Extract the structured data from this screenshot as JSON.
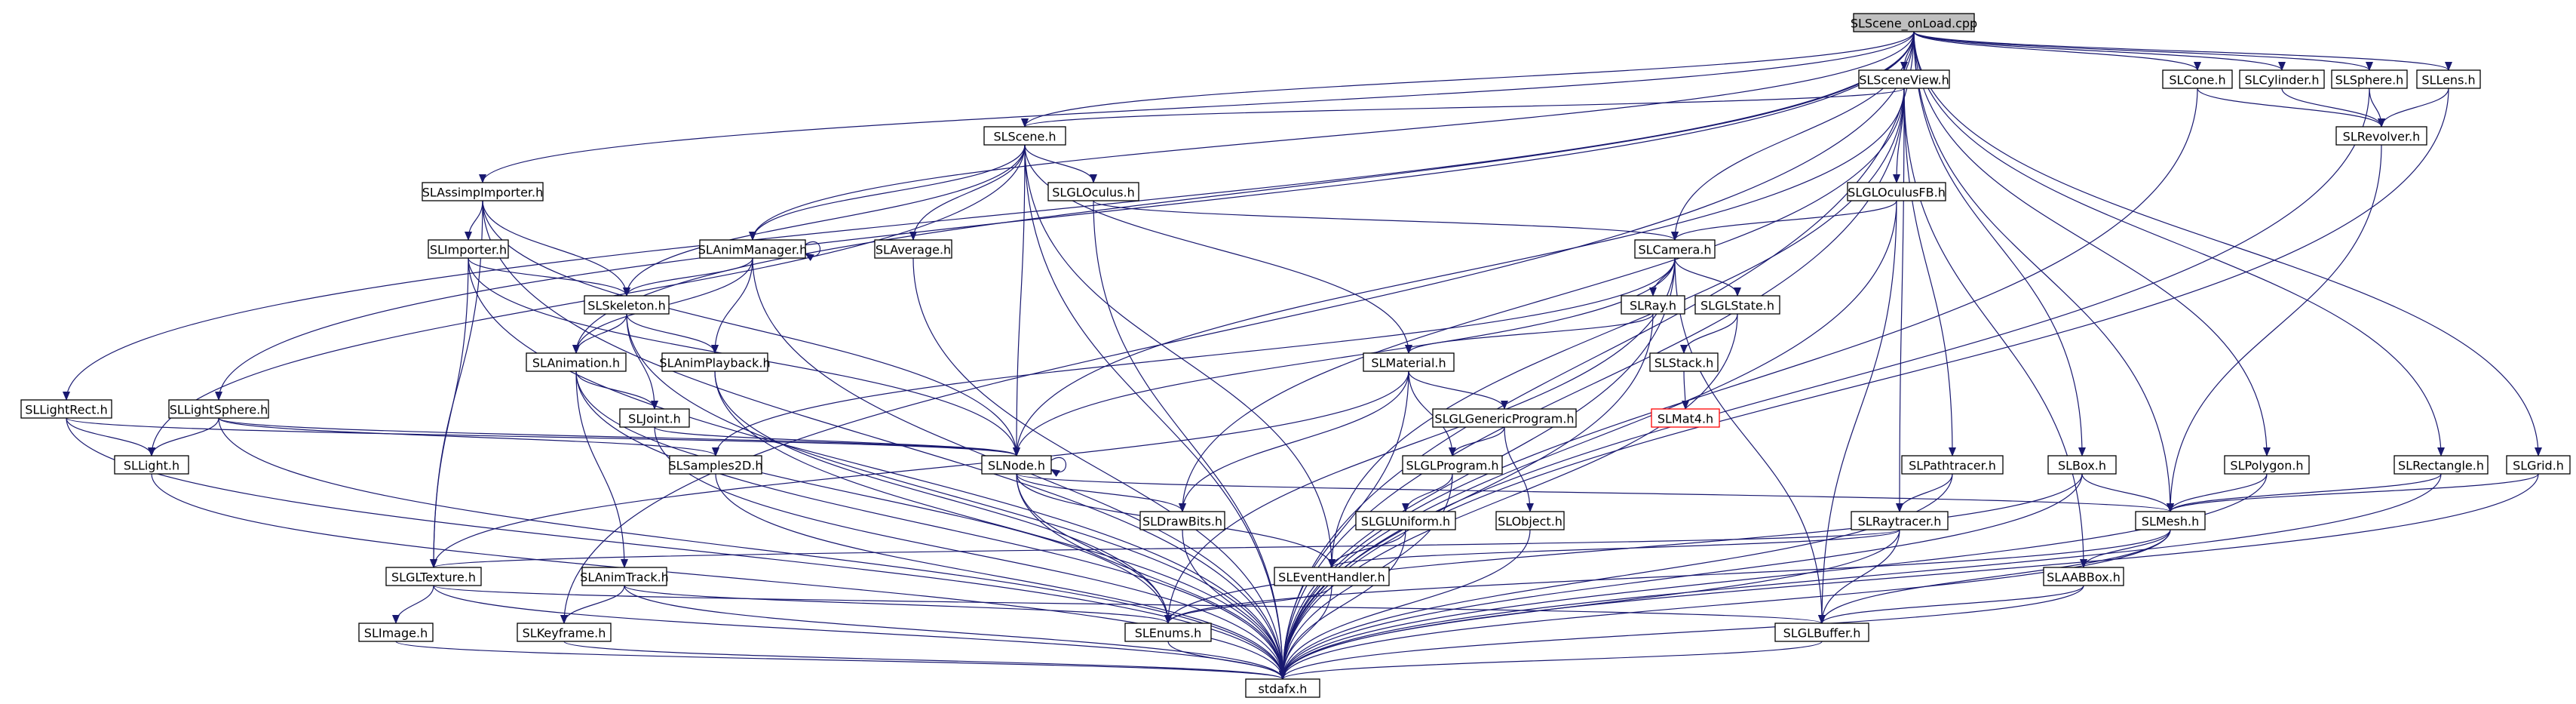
{
  "diagram": {
    "root": "SLScene_onLoad.cpp",
    "edge_color": "#191970",
    "missing_node_color": "#ff0000",
    "root_fill": "#bfbfbf",
    "nodes": [
      {
        "id": "root",
        "label": "SLScene_onLoad.cpp"
      },
      {
        "id": "sceneview",
        "label": "SLSceneView.h"
      },
      {
        "id": "cone",
        "label": "SLCone.h"
      },
      {
        "id": "cylinder",
        "label": "SLCylinder.h"
      },
      {
        "id": "sphere",
        "label": "SLSphere.h"
      },
      {
        "id": "lens",
        "label": "SLLens.h"
      },
      {
        "id": "scene",
        "label": "SLScene.h"
      },
      {
        "id": "revolver",
        "label": "SLRevolver.h"
      },
      {
        "id": "assimp",
        "label": "SLAssimpImporter.h"
      },
      {
        "id": "gloculus",
        "label": "SLGLOculus.h"
      },
      {
        "id": "gloculusfb",
        "label": "SLGLOculusFB.h"
      },
      {
        "id": "importer",
        "label": "SLImporter.h"
      },
      {
        "id": "animmanager",
        "label": "SLAnimManager.h"
      },
      {
        "id": "average",
        "label": "SLAverage.h"
      },
      {
        "id": "camera",
        "label": "SLCamera.h"
      },
      {
        "id": "skeleton",
        "label": "SLSkeleton.h"
      },
      {
        "id": "ray",
        "label": "SLRay.h"
      },
      {
        "id": "glstate",
        "label": "SLGLState.h"
      },
      {
        "id": "animation",
        "label": "SLAnimation.h"
      },
      {
        "id": "animplayback",
        "label": "SLAnimPlayback.h"
      },
      {
        "id": "material",
        "label": "SLMaterial.h"
      },
      {
        "id": "stack",
        "label": "SLStack.h"
      },
      {
        "id": "lightrect",
        "label": "SLLightRect.h"
      },
      {
        "id": "lightsphere",
        "label": "SLLightSphere.h"
      },
      {
        "id": "joint",
        "label": "SLJoint.h"
      },
      {
        "id": "glgenericprogram",
        "label": "SLGLGenericProgram.h"
      },
      {
        "id": "mat4",
        "label": "SLMat4.h"
      },
      {
        "id": "light",
        "label": "SLLight.h"
      },
      {
        "id": "samples2d",
        "label": "SLSamples2D.h"
      },
      {
        "id": "node",
        "label": "SLNode.h"
      },
      {
        "id": "glprogram",
        "label": "SLGLProgram.h"
      },
      {
        "id": "pathtracer",
        "label": "SLPathtracer.h"
      },
      {
        "id": "box",
        "label": "SLBox.h"
      },
      {
        "id": "polygon",
        "label": "SLPolygon.h"
      },
      {
        "id": "rectangle",
        "label": "SLRectangle.h"
      },
      {
        "id": "grid",
        "label": "SLGrid.h"
      },
      {
        "id": "gluniform",
        "label": "SLGLUniform.h"
      },
      {
        "id": "object",
        "label": "SLObject.h"
      },
      {
        "id": "drawbits",
        "label": "SLDrawBits.h"
      },
      {
        "id": "raytracer",
        "label": "SLRaytracer.h"
      },
      {
        "id": "mesh",
        "label": "SLMesh.h"
      },
      {
        "id": "gltexture",
        "label": "SLGLTexture.h"
      },
      {
        "id": "animtrack",
        "label": "SLAnimTrack.h"
      },
      {
        "id": "eventhandler",
        "label": "SLEventHandler.h"
      },
      {
        "id": "aabbox",
        "label": "SLAABBox.h"
      },
      {
        "id": "image",
        "label": "SLImage.h"
      },
      {
        "id": "keyframe",
        "label": "SLKeyframe.h"
      },
      {
        "id": "enums",
        "label": "SLEnums.h"
      },
      {
        "id": "glbuffer",
        "label": "SLGLBuffer.h"
      },
      {
        "id": "stdafx",
        "label": "stdafx.h"
      }
    ],
    "edges": [
      [
        "root",
        "stdafx"
      ],
      [
        "root",
        "lightrect"
      ],
      [
        "root",
        "lightsphere"
      ],
      [
        "root",
        "keyframe"
      ],
      [
        "root",
        "assimp"
      ],
      [
        "root",
        "animmanager"
      ],
      [
        "root",
        "animation"
      ],
      [
        "root",
        "scene"
      ],
      [
        "root",
        "sceneview"
      ],
      [
        "root",
        "camera"
      ],
      [
        "root",
        "cone"
      ],
      [
        "root",
        "cylinder"
      ],
      [
        "root",
        "sphere"
      ],
      [
        "root",
        "lens"
      ],
      [
        "root",
        "box"
      ],
      [
        "root",
        "polygon"
      ],
      [
        "root",
        "rectangle"
      ],
      [
        "root",
        "grid"
      ],
      [
        "root",
        "mesh"
      ],
      [
        "cone",
        "revolver"
      ],
      [
        "cone",
        "stdafx"
      ],
      [
        "cylinder",
        "revolver"
      ],
      [
        "sphere",
        "revolver"
      ],
      [
        "sphere",
        "stdafx"
      ],
      [
        "lens",
        "revolver"
      ],
      [
        "lens",
        "stdafx"
      ],
      [
        "revolver",
        "mesh"
      ],
      [
        "sceneview",
        "scene"
      ],
      [
        "sceneview",
        "gloculusfb"
      ],
      [
        "sceneview",
        "node"
      ],
      [
        "sceneview",
        "drawbits"
      ],
      [
        "sceneview",
        "eventhandler"
      ],
      [
        "sceneview",
        "raytracer"
      ],
      [
        "sceneview",
        "pathtracer"
      ],
      [
        "sceneview",
        "aabbox"
      ],
      [
        "sceneview",
        "stdafx"
      ],
      [
        "scene",
        "light"
      ],
      [
        "scene",
        "skeleton"
      ],
      [
        "scene",
        "animmanager"
      ],
      [
        "scene",
        "average"
      ],
      [
        "scene",
        "gloculus"
      ],
      [
        "scene",
        "material"
      ],
      [
        "scene",
        "node"
      ],
      [
        "scene",
        "eventhandler"
      ],
      [
        "scene",
        "stdafx"
      ],
      [
        "assimp",
        "importer"
      ],
      [
        "assimp",
        "skeleton"
      ],
      [
        "assimp",
        "node"
      ],
      [
        "assimp",
        "gltexture"
      ],
      [
        "assimp",
        "stdafx"
      ],
      [
        "gloculus",
        "camera"
      ],
      [
        "gloculus",
        "stdafx"
      ],
      [
        "gloculusfb",
        "camera"
      ],
      [
        "gloculusfb",
        "glbuffer"
      ],
      [
        "gloculusfb",
        "stdafx"
      ],
      [
        "importer",
        "skeleton"
      ],
      [
        "importer",
        "node"
      ],
      [
        "importer",
        "gltexture"
      ],
      [
        "importer",
        "stdafx"
      ],
      [
        "animmanager",
        "animmanager"
      ],
      [
        "animmanager",
        "skeleton"
      ],
      [
        "animmanager",
        "animation"
      ],
      [
        "animmanager",
        "animplayback"
      ],
      [
        "animmanager",
        "stdafx"
      ],
      [
        "average",
        "stdafx"
      ],
      [
        "camera",
        "ray"
      ],
      [
        "camera",
        "glstate"
      ],
      [
        "camera",
        "samples2d"
      ],
      [
        "camera",
        "node"
      ],
      [
        "camera",
        "enums"
      ],
      [
        "camera",
        "glbuffer"
      ],
      [
        "camera",
        "stdafx"
      ],
      [
        "skeleton",
        "animation"
      ],
      [
        "skeleton",
        "joint"
      ],
      [
        "skeleton",
        "animplayback"
      ],
      [
        "skeleton",
        "stdafx"
      ],
      [
        "ray",
        "material"
      ],
      [
        "ray",
        "stdafx"
      ],
      [
        "glstate",
        "stack"
      ],
      [
        "glstate",
        "stdafx"
      ],
      [
        "stack",
        "mat4"
      ],
      [
        "animation",
        "joint"
      ],
      [
        "animation",
        "animtrack"
      ],
      [
        "animation",
        "enums"
      ],
      [
        "animation",
        "stdafx"
      ],
      [
        "animplayback",
        "enums"
      ],
      [
        "animplayback",
        "stdafx"
      ],
      [
        "material",
        "glgenericprogram"
      ],
      [
        "material",
        "glprogram"
      ],
      [
        "material",
        "drawbits"
      ],
      [
        "material",
        "gltexture"
      ],
      [
        "material",
        "stdafx"
      ],
      [
        "lightrect",
        "light"
      ],
      [
        "lightrect",
        "node"
      ],
      [
        "lightrect",
        "stdafx"
      ],
      [
        "lightsphere",
        "light"
      ],
      [
        "lightsphere",
        "node"
      ],
      [
        "lightsphere",
        "samples2d"
      ],
      [
        "lightsphere",
        "stdafx"
      ],
      [
        "joint",
        "node"
      ],
      [
        "joint",
        "stdafx"
      ],
      [
        "glgenericprogram",
        "glprogram"
      ],
      [
        "glgenericprogram",
        "object"
      ],
      [
        "light",
        "stdafx"
      ],
      [
        "samples2d",
        "stdafx"
      ],
      [
        "node",
        "node"
      ],
      [
        "node",
        "drawbits"
      ],
      [
        "node",
        "eventhandler"
      ],
      [
        "node",
        "enums"
      ],
      [
        "node",
        "mesh"
      ],
      [
        "node",
        "stdafx"
      ],
      [
        "glprogram",
        "gluniform"
      ],
      [
        "glprogram",
        "stdafx"
      ],
      [
        "pathtracer",
        "raytracer"
      ],
      [
        "pathtracer",
        "stdafx"
      ],
      [
        "box",
        "mesh"
      ],
      [
        "box",
        "enums"
      ],
      [
        "box",
        "stdafx"
      ],
      [
        "polygon",
        "mesh"
      ],
      [
        "polygon",
        "stdafx"
      ],
      [
        "rectangle",
        "mesh"
      ],
      [
        "rectangle",
        "stdafx"
      ],
      [
        "grid",
        "mesh"
      ],
      [
        "grid",
        "stdafx"
      ],
      [
        "gluniform",
        "eventhandler"
      ],
      [
        "gluniform",
        "stdafx"
      ],
      [
        "object",
        "stdafx"
      ],
      [
        "drawbits",
        "stdafx"
      ],
      [
        "raytracer",
        "gltexture"
      ],
      [
        "raytracer",
        "eventhandler"
      ],
      [
        "raytracer",
        "glbuffer"
      ],
      [
        "raytracer",
        "stdafx"
      ],
      [
        "mesh",
        "aabbox"
      ],
      [
        "mesh",
        "glbuffer"
      ],
      [
        "mesh",
        "enums"
      ],
      [
        "mesh",
        "stdafx"
      ],
      [
        "gltexture",
        "image"
      ],
      [
        "gltexture",
        "glbuffer"
      ],
      [
        "gltexture",
        "stdafx"
      ],
      [
        "animtrack",
        "keyframe"
      ],
      [
        "animtrack",
        "enums"
      ],
      [
        "animtrack",
        "stdafx"
      ],
      [
        "eventhandler",
        "enums"
      ],
      [
        "eventhandler",
        "stdafx"
      ],
      [
        "aabbox",
        "glbuffer"
      ],
      [
        "aabbox",
        "stdafx"
      ],
      [
        "image",
        "stdafx"
      ],
      [
        "keyframe",
        "stdafx"
      ],
      [
        "enums",
        "stdafx"
      ],
      [
        "glbuffer",
        "stdafx"
      ]
    ],
    "missing_nodes": [
      "mat4"
    ]
  }
}
